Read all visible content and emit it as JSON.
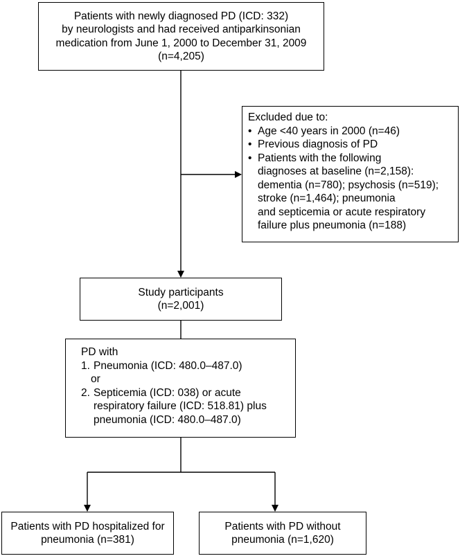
{
  "top_box": {
    "lines": [
      "Patients with newly diagnosed PD (ICD: 332)",
      "by neurologists and had received antiparkinsonian",
      "medication from June 1, 2000 to December 31, 2009",
      "(n=4,205)"
    ]
  },
  "excluded_box": {
    "heading": "Excluded due to:",
    "bullet": "•",
    "items": [
      {
        "lines": [
          "Age <40 years in 2000 (n=46)"
        ]
      },
      {
        "lines": [
          "Previous diagnosis of PD"
        ]
      },
      {
        "lines": [
          "Patients with the following",
          "diagnoses at baseline (n=2,158):",
          "dementia (n=780); psychosis (n=519);",
          "stroke (n=1,464); pneumonia",
          "and septicemia or acute respiratory",
          "failure plus pneumonia (n=188)"
        ]
      }
    ]
  },
  "study_box": {
    "lines": [
      "Study participants",
      "(n=2,001)"
    ]
  },
  "pd_box": {
    "heading": "PD with",
    "item1": {
      "num": "1.",
      "text": "Pneumonia (ICD: 480.0–487.0)"
    },
    "or": "or",
    "item2": {
      "num": "2.",
      "lines": [
        "Septicemia (ICD: 038) or acute",
        "respiratory failure (ICD: 518.81) plus",
        "pneumonia (ICD: 480.0–487.0)"
      ]
    }
  },
  "outcome_hospitalized": {
    "lines": [
      "Patients with PD hospitalized for",
      "pneumonia (n=381)"
    ]
  },
  "outcome_without": {
    "lines": [
      "Patients with PD without",
      "pneumonia (n=1,620)"
    ]
  }
}
